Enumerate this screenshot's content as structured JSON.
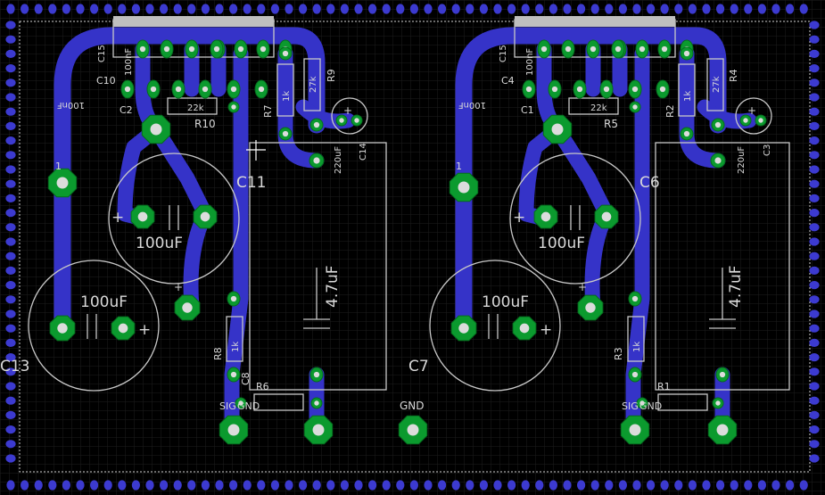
{
  "colors": {
    "background": "#000000",
    "grid": "#1b1b1b",
    "via": "#3c3ad0",
    "trace": "#3533c8",
    "pad": "#0b9a2e",
    "silkscreen": "#c8c8c8"
  },
  "labels": {
    "c13": "C13",
    "c13_value": "100uF",
    "c11": "C11",
    "c11_value": "100uF",
    "c14_value": "4.7uF",
    "c14_cap": "220uF",
    "c14_ref": "C14",
    "c15": "C15",
    "c16_val": "100nF",
    "c10": "C10",
    "c2": "C2",
    "r10": "R10",
    "r10_value": "22k",
    "r7": "R7",
    "r7_value": "1k",
    "r9": "R9",
    "r9_value": "27k",
    "r8": "R8",
    "r8_value": "1k",
    "r6": "R6",
    "c8": "C8",
    "sig_left": "SIG",
    "gnd_left": "GND",
    "gnd_mid": "GND",
    "c7": "C7",
    "c7_value": "100uF",
    "c6": "C6",
    "c6_value": "100uF",
    "c5_value": "4.7uF",
    "c5_cap": "220uF",
    "c3_ref": "C3",
    "c4": "C4",
    "c1": "C1",
    "r5": "R5",
    "r5_value": "22k",
    "r2": "R2",
    "r2_value": "1k",
    "r4": "R4",
    "r4_value": "27k",
    "r3": "R3",
    "r3_value": "1k",
    "r1": "R1",
    "sig_right": "SIG",
    "gnd_right": "GND",
    "plus": "+",
    "one": "1"
  }
}
